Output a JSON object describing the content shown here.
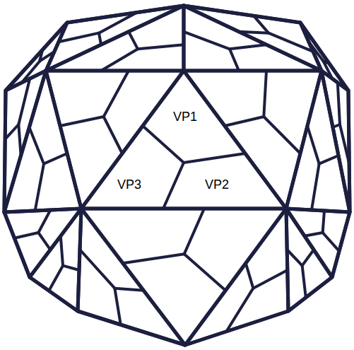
{
  "diagram": {
    "labels": [
      "VP1",
      "VP3",
      "VP2"
    ]
  }
}
